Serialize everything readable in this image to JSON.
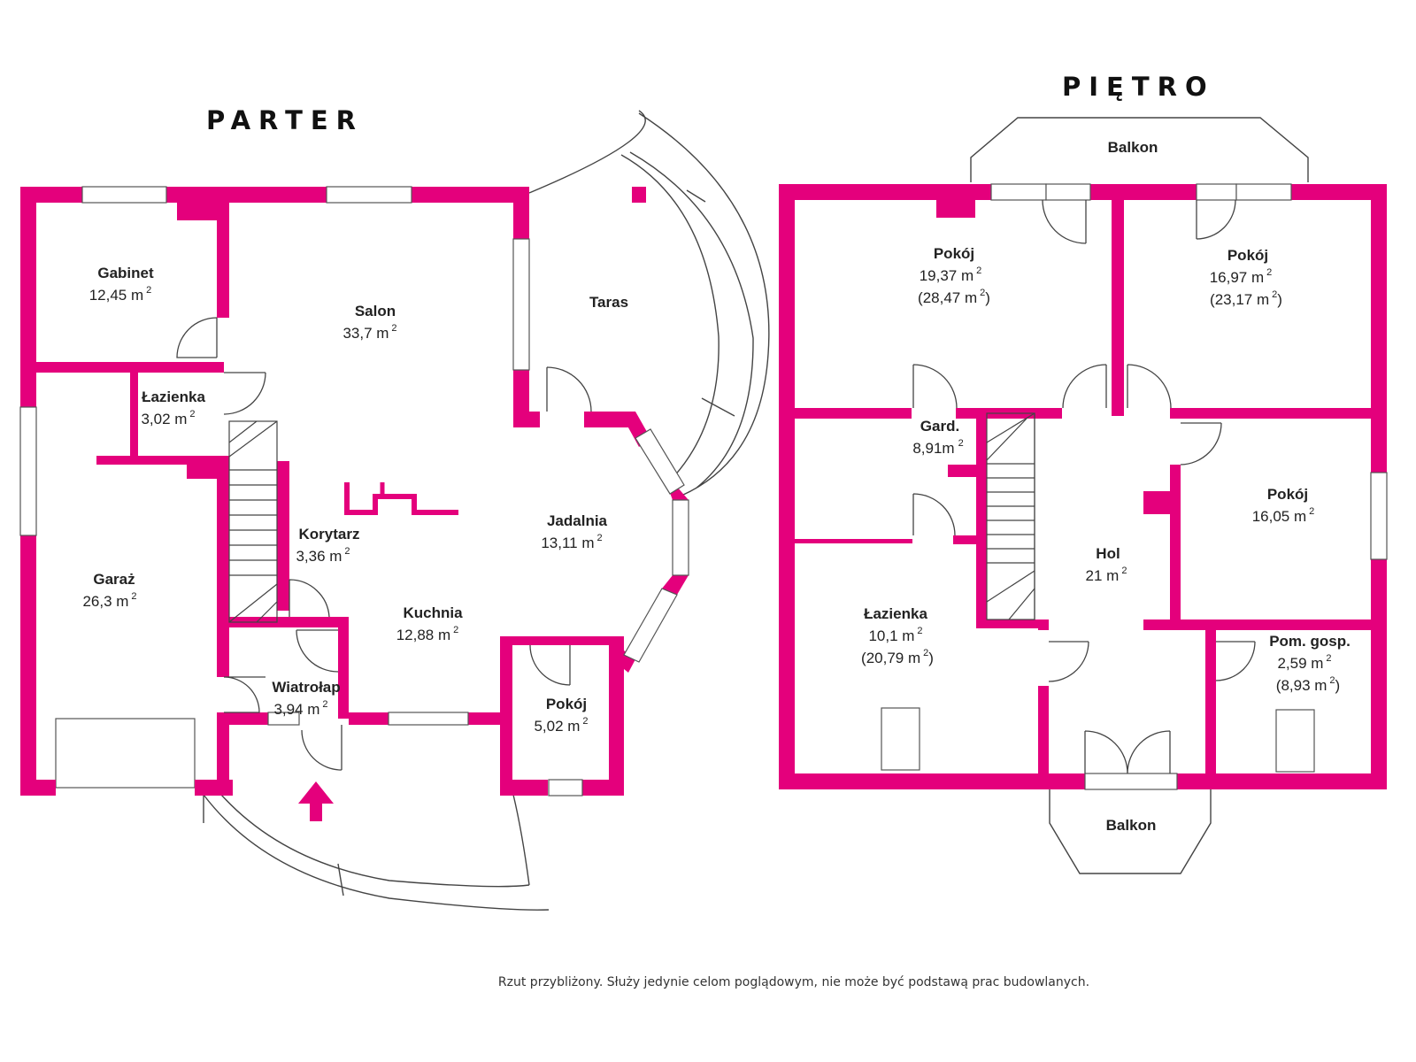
{
  "titles": {
    "ground": "PARTER",
    "upper": "PIĘTRO"
  },
  "sup": "2",
  "ground_rooms": [
    {
      "name": "Gabinet",
      "area": "12,45 m"
    },
    {
      "name": "Salon",
      "area": "33,7 m"
    },
    {
      "name": "Taras"
    },
    {
      "name": "Łazienka",
      "area": "3,02 m"
    },
    {
      "name": "Garaż",
      "area": "26,3 m"
    },
    {
      "name": "Korytarz",
      "area": "3,36 m"
    },
    {
      "name": "Jadalnia",
      "area": "13,11 m"
    },
    {
      "name": "Kuchnia",
      "area": "12,88 m"
    },
    {
      "name": "Wiatrołap",
      "area": "3,94 m"
    },
    {
      "name": "Pokój",
      "area": "5,02 m"
    }
  ],
  "upper_rooms": [
    {
      "name": "Balkon"
    },
    {
      "name": "Pokój",
      "area": "19,37 m",
      "total": "(28,47 m",
      "close": ")"
    },
    {
      "name": "Pokój",
      "area": "16,97 m",
      "total": "(23,17 m",
      "close": ")"
    },
    {
      "name": "Gard.",
      "area": "8,91m"
    },
    {
      "name": "Pokój",
      "area": "16,05 m"
    },
    {
      "name": "Hol",
      "area": "21 m"
    },
    {
      "name": "Łazienka",
      "area": "10,1 m",
      "total": "(20,79 m",
      "close": ")"
    },
    {
      "name": "Pom. gosp.",
      "area": "2,59 m",
      "total": "(8,93 m",
      "close": ")"
    },
    {
      "name": "Balkon"
    }
  ],
  "disclaimer": "Rzut przybliżony. Służy jedynie celom poglądowym, nie może być podstawą prac budowlanych.",
  "colors": {
    "wall": "#e4007c",
    "line": "#444444"
  }
}
